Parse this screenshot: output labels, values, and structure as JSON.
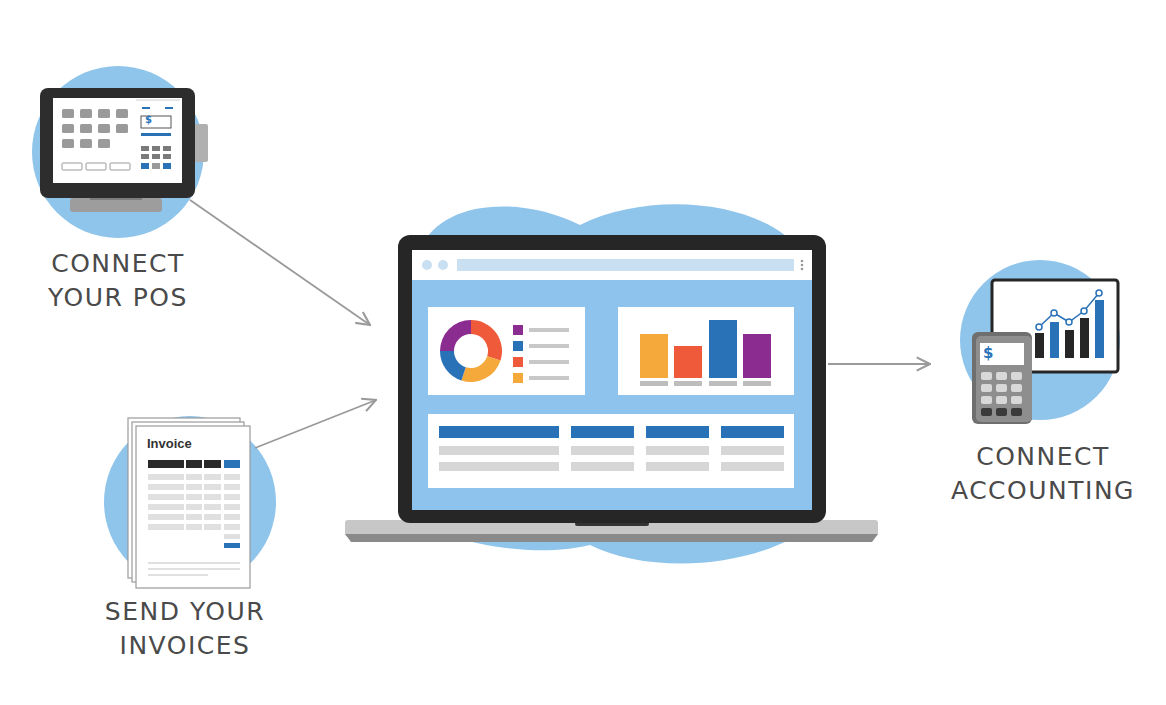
{
  "diagram": {
    "nodes": [
      {
        "text": [
          "$",
          "CONNECT YOUR POS"
        ]
      },
      {
        "text": [
          "Invoice",
          "SEND YOUR INVOICES"
        ]
      },
      {
        "text": [
          "$",
          "CONNECT ACCOUNTING"
        ]
      }
    ]
  }
}
